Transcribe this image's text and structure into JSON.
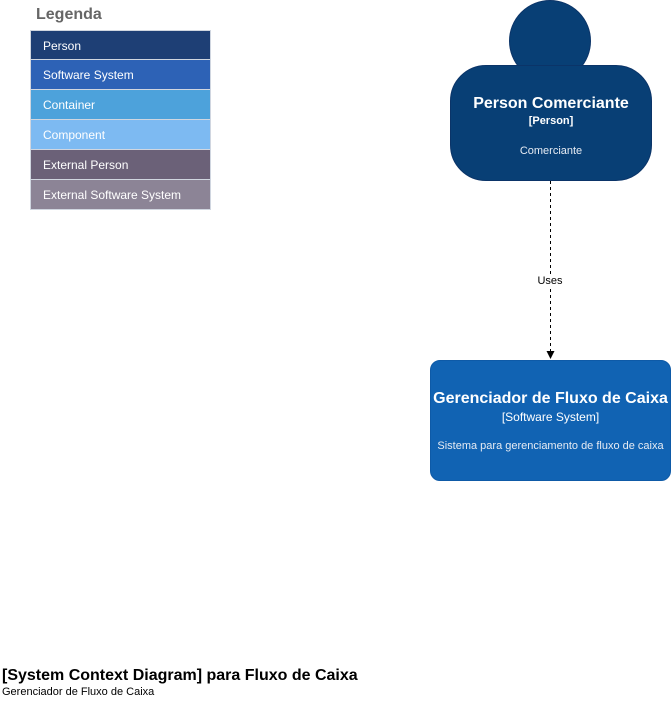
{
  "legend": {
    "title": "Legenda",
    "items": [
      {
        "label": "Person",
        "color": "#1e3f75"
      },
      {
        "label": "Software System",
        "color": "#2d62b6"
      },
      {
        "label": "Container",
        "color": "#4da2db"
      },
      {
        "label": "Component",
        "color": "#7dbaf2"
      },
      {
        "label": "External Person",
        "color": "#6b6178"
      },
      {
        "label": "External Software System",
        "color": "#8c8496"
      }
    ]
  },
  "person": {
    "name": "Person Comerciante",
    "type": "[Person]",
    "description": "Comerciante",
    "color": "#083f75"
  },
  "system": {
    "name": "Gerenciador de Fluxo de Caixa",
    "type": "[Software System]",
    "description": "Sistema para gerenciamento de fluxo de caixa",
    "color": "#1163b3"
  },
  "relationship": {
    "label": "Uses",
    "style": "dashed"
  },
  "diagram": {
    "title": "[System Context Diagram] para Fluxo de Caixa",
    "subtitle": "Gerenciador de Fluxo de Caixa"
  }
}
